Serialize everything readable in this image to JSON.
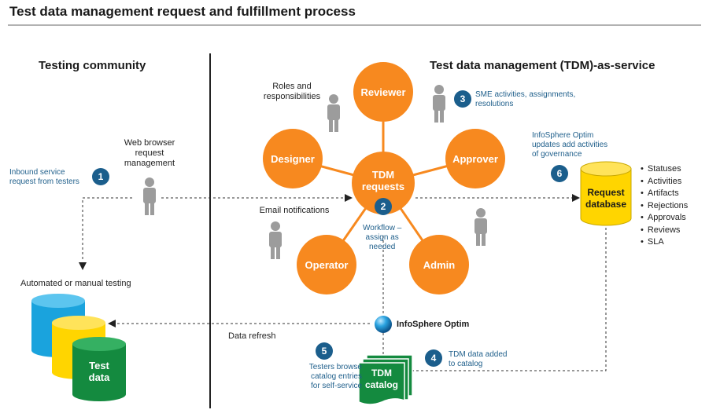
{
  "title": "Test data management request and fulfillment process",
  "left_heading": "Testing community",
  "right_heading": "Test data management (TDM)-as-service",
  "hub": {
    "line1": "TDM",
    "line2": "requests"
  },
  "roles": {
    "reviewer": "Reviewer",
    "designer": "Designer",
    "approver": "Approver",
    "operator": "Operator",
    "admin": "Admin"
  },
  "labels": {
    "roles_resp_1": "Roles and",
    "roles_resp_2": "responsibilities",
    "web_1": "Web browser",
    "web_2": "request",
    "web_3": "management",
    "email": "Email notifications",
    "automated": "Automated or manual testing",
    "data_refresh": "Data refresh",
    "infosphere_optim": "InfoSphere Optim",
    "test_data_1": "Test",
    "test_data_2": "data",
    "request_db_1": "Request",
    "request_db_2": "database",
    "catalog_1": "TDM",
    "catalog_2": "catalog"
  },
  "steps": {
    "s1": {
      "num": "1",
      "line1": "Inbound service",
      "line2": "request from testers"
    },
    "s2": {
      "num": "2",
      "line1": "Workflow –",
      "line2": "assign as",
      "line3": "needed"
    },
    "s3": {
      "num": "3",
      "line1": "SME activities, assignments,",
      "line2": "resolutions"
    },
    "s4": {
      "num": "4",
      "line1": "TDM data added",
      "line2": "to catalog"
    },
    "s5": {
      "num": "5",
      "line1": "Testers browse",
      "line2": "catalog entries",
      "line3": "for self-service"
    },
    "s6": {
      "num": "6",
      "line1": "InfoSphere Optim",
      "line2": "updates add activities",
      "line3": "of governance"
    }
  },
  "db_items": [
    "Statuses",
    "Activities",
    "Artifacts",
    "Rejections",
    "Approvals",
    "Reviews",
    "SLA"
  ],
  "colors": {
    "orange": "#f7891f",
    "blue_badge": "#1b5e8c",
    "blue_text": "#1f5f8b",
    "yellow": "#ffd500",
    "green": "#148a3f",
    "teal": "#1aa3dd",
    "person": "#9c9c9c"
  },
  "icons": [
    "person-icon",
    "database-icon",
    "globe-icon",
    "document-stack-icon"
  ]
}
